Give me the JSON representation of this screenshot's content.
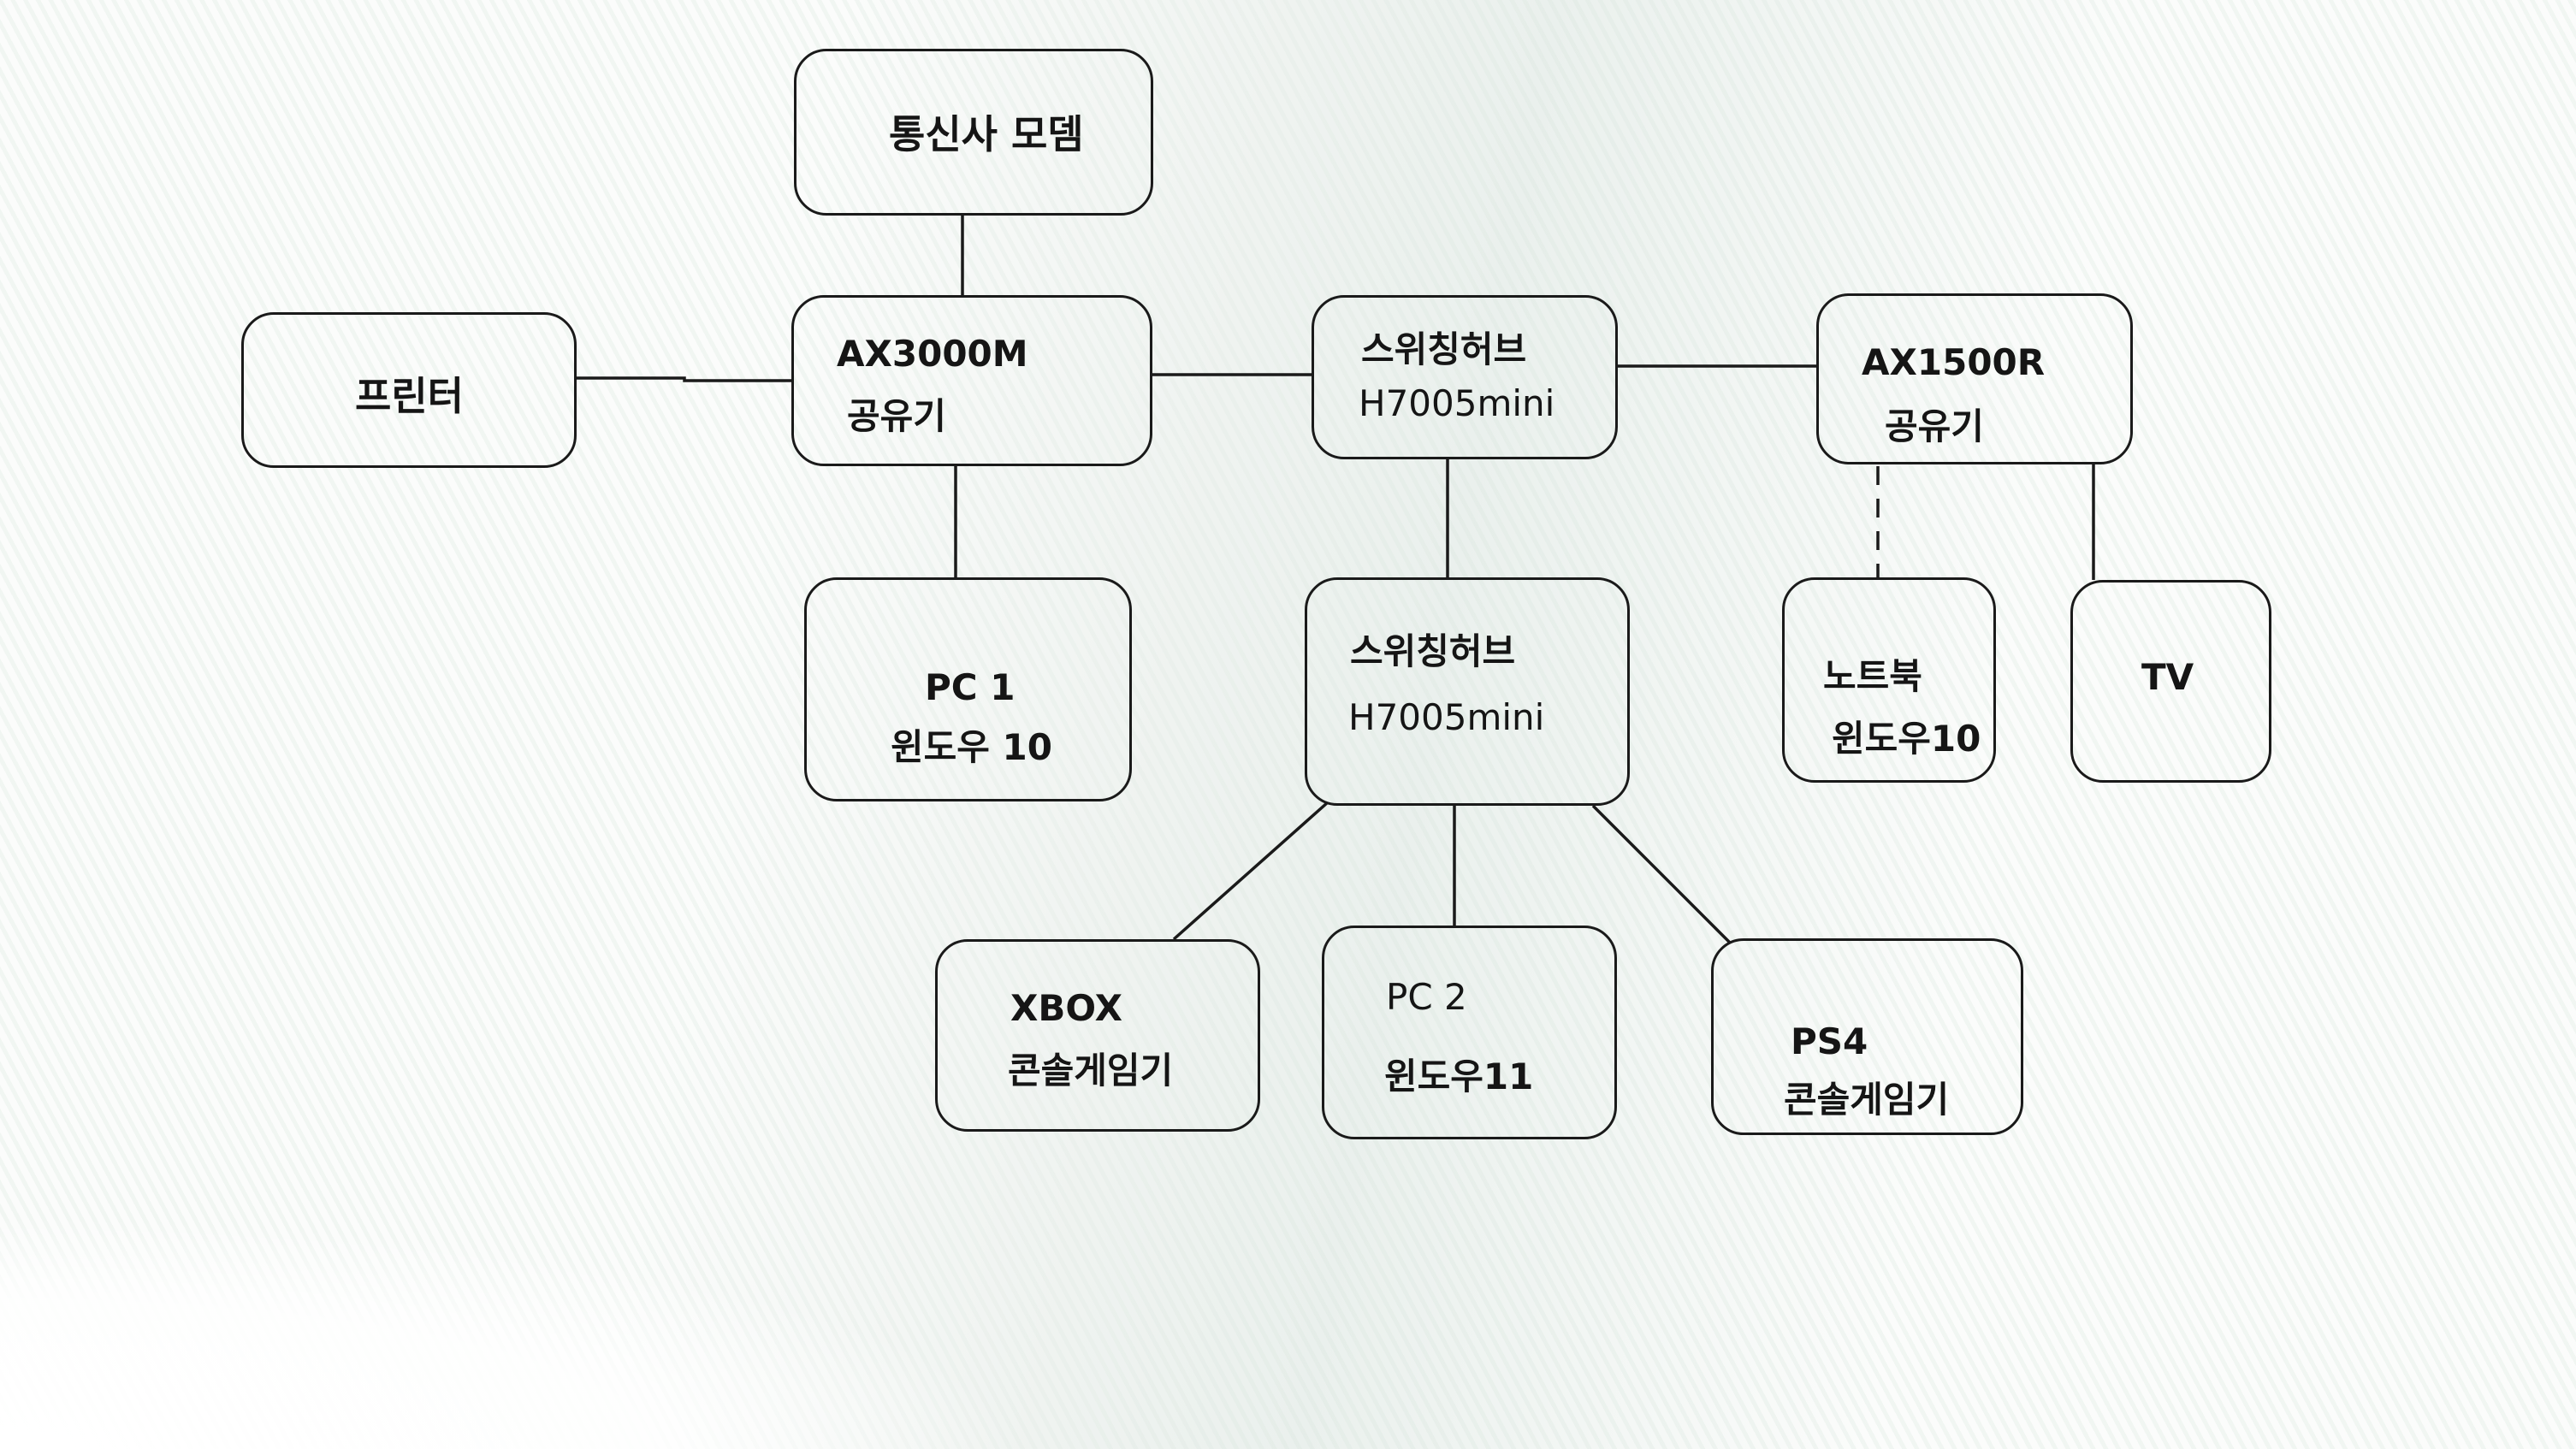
{
  "nodes": {
    "modem": {
      "line1": "통신사 모뎀"
    },
    "printer": {
      "line1": "프린터"
    },
    "router1": {
      "line1": "AX3000M",
      "line2": "공유기"
    },
    "hub1": {
      "line1": "스위칭허브",
      "line2": "H7005mini"
    },
    "router2": {
      "line1": "AX1500R",
      "line2": "공유기"
    },
    "pc1": {
      "line1": "PC 1",
      "line2": "윈도우 10"
    },
    "hub2": {
      "line1": "스위칭허브",
      "line2": "H7005mini"
    },
    "laptop": {
      "line1": "노트북",
      "line2": "윈도우10"
    },
    "tv": {
      "line1": "TV"
    },
    "xbox": {
      "line1": "XBOX",
      "line2": "콘솔게임기"
    },
    "pc2": {
      "line1": "PC 2",
      "line2": "윈도우11"
    },
    "ps4": {
      "line1": "PS4",
      "line2": "콘솔게임기"
    }
  },
  "connections": [
    {
      "from": "modem",
      "to": "router1",
      "style": "solid"
    },
    {
      "from": "printer",
      "to": "router1",
      "style": "solid"
    },
    {
      "from": "router1",
      "to": "hub1",
      "style": "solid"
    },
    {
      "from": "hub1",
      "to": "router2",
      "style": "solid"
    },
    {
      "from": "router1",
      "to": "pc1",
      "style": "solid"
    },
    {
      "from": "hub1",
      "to": "hub2",
      "style": "solid"
    },
    {
      "from": "router2",
      "to": "laptop",
      "style": "dashed"
    },
    {
      "from": "router2",
      "to": "tv",
      "style": "solid"
    },
    {
      "from": "hub2",
      "to": "xbox",
      "style": "solid"
    },
    {
      "from": "hub2",
      "to": "pc2",
      "style": "solid"
    },
    {
      "from": "hub2",
      "to": "ps4",
      "style": "solid"
    }
  ]
}
